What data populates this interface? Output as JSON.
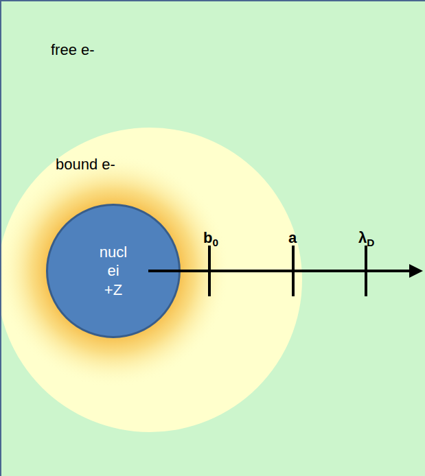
{
  "diagram": {
    "nodes": [
      {
        "text": [
          "bound e-"
        ]
      },
      {
        "text": [
          "nucl ei +Z"
        ],
        "in": 0
      }
    ],
    "labels": [
      "free e-",
      "b0",
      "a",
      "λD"
    ]
  }
}
